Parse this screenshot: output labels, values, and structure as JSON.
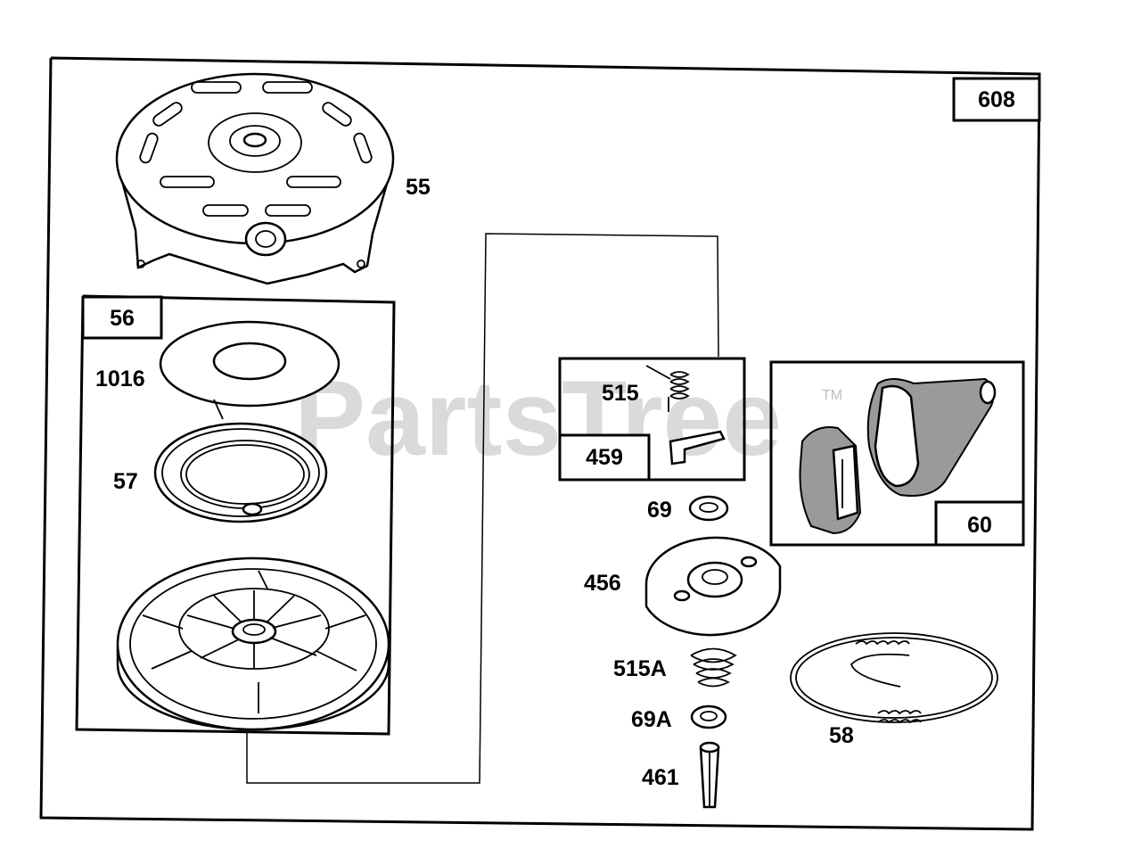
{
  "diagram": {
    "assembly_label": "608",
    "watermark": "PartsTree",
    "watermark_tm": "TM",
    "subgroups": {
      "pulley_assembly": "56",
      "pawl_group": "459",
      "handle_group": "60"
    },
    "parts": {
      "housing": "55",
      "disc": "1016",
      "rewind_spring": "57",
      "pawl_spring": "515",
      "washer": "69",
      "retainer": "456",
      "spring": "515A",
      "washer_b": "69A",
      "pin": "461",
      "rope": "58"
    }
  }
}
